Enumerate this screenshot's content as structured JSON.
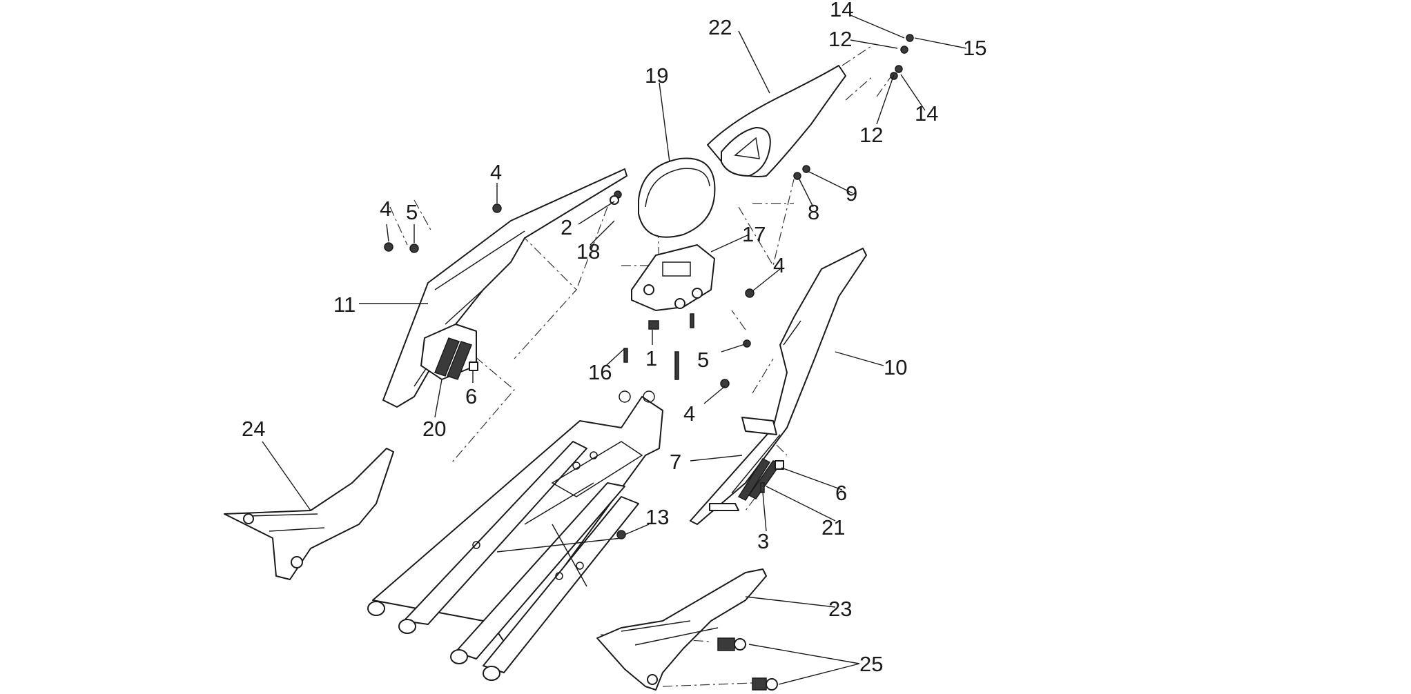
{
  "diagram": {
    "callouts": [
      {
        "id": "c14a",
        "label": "14"
      },
      {
        "id": "c22",
        "label": "22"
      },
      {
        "id": "c12a",
        "label": "12"
      },
      {
        "id": "c15",
        "label": "15"
      },
      {
        "id": "c19",
        "label": "19"
      },
      {
        "id": "c14b",
        "label": "14"
      },
      {
        "id": "c12b",
        "label": "12"
      },
      {
        "id": "c4a",
        "label": "4"
      },
      {
        "id": "c9",
        "label": "9"
      },
      {
        "id": "c4b",
        "label": "4"
      },
      {
        "id": "c5a",
        "label": "5"
      },
      {
        "id": "c8",
        "label": "8"
      },
      {
        "id": "c2",
        "label": "2"
      },
      {
        "id": "c17",
        "label": "17"
      },
      {
        "id": "c18",
        "label": "18"
      },
      {
        "id": "c4c",
        "label": "4"
      },
      {
        "id": "c11",
        "label": "11"
      },
      {
        "id": "c1",
        "label": "1"
      },
      {
        "id": "c5b",
        "label": "5"
      },
      {
        "id": "c10",
        "label": "10"
      },
      {
        "id": "c16",
        "label": "16"
      },
      {
        "id": "c6a",
        "label": "6"
      },
      {
        "id": "c4d",
        "label": "4"
      },
      {
        "id": "c20",
        "label": "20"
      },
      {
        "id": "c24",
        "label": "24"
      },
      {
        "id": "c7",
        "label": "7"
      },
      {
        "id": "c6b",
        "label": "6"
      },
      {
        "id": "c13",
        "label": "13"
      },
      {
        "id": "c21",
        "label": "21"
      },
      {
        "id": "c3",
        "label": "3"
      },
      {
        "id": "c23",
        "label": "23"
      },
      {
        "id": "c25",
        "label": "25"
      }
    ]
  }
}
